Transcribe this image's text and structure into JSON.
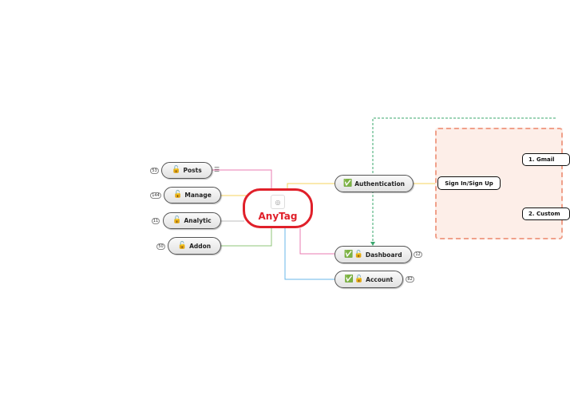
{
  "root": {
    "title": "AnyTag",
    "icon": "target-icon"
  },
  "left_branches": [
    {
      "label": "Posts",
      "icon": "lock-icon",
      "count": "53",
      "has_notes": true
    },
    {
      "label": "Manage",
      "icon": "lock-icon",
      "count": "144"
    },
    {
      "label": "Analytic",
      "icon": "lock-icon",
      "count": "11"
    },
    {
      "label": "Addon",
      "icon": "lock-icon",
      "count": "50"
    }
  ],
  "right_branches": {
    "authentication": {
      "label": "Authentication",
      "icon": "check-icon"
    },
    "dashboard": {
      "label": "Dashboard",
      "icons": [
        "check-icon",
        "lock-icon"
      ],
      "count": "12"
    },
    "account": {
      "label": "Account",
      "icons": [
        "check-icon",
        "lock-icon"
      ],
      "count": "82"
    }
  },
  "sign_in": {
    "label": "Sign In/Sign Up",
    "children": [
      "1. Gmail",
      "2. Custom"
    ]
  },
  "colors": {
    "root_border": "#e0202a",
    "boundary_fill": "#fdeee8",
    "boundary_border": "#f0a08a",
    "relationship_line": "#3aa76d"
  }
}
